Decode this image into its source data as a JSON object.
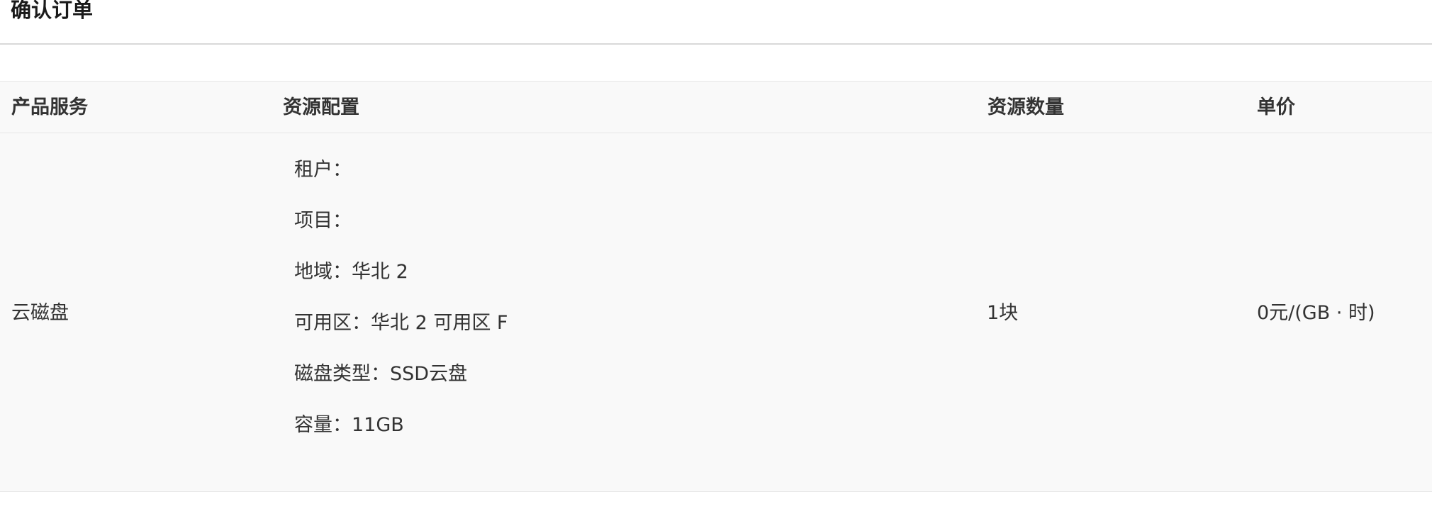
{
  "page": {
    "title": "确认订单"
  },
  "table": {
    "columns": {
      "product": "产品服务",
      "config": "资源配置",
      "quantity": "资源数量",
      "price": "单价"
    },
    "rows": [
      {
        "product": "云磁盘",
        "config": [
          "租户：",
          "项目：",
          "地域：华北 2",
          "可用区：华北 2 可用区 F",
          "磁盘类型：SSD云盘",
          "容量：11GB"
        ],
        "quantity": "1块",
        "price": "0元/(GB · 时)"
      }
    ]
  },
  "colors": {
    "background": "#ffffff",
    "table_background": "#f9f9f9",
    "border": "#e6e6e6",
    "text": "#333333"
  }
}
